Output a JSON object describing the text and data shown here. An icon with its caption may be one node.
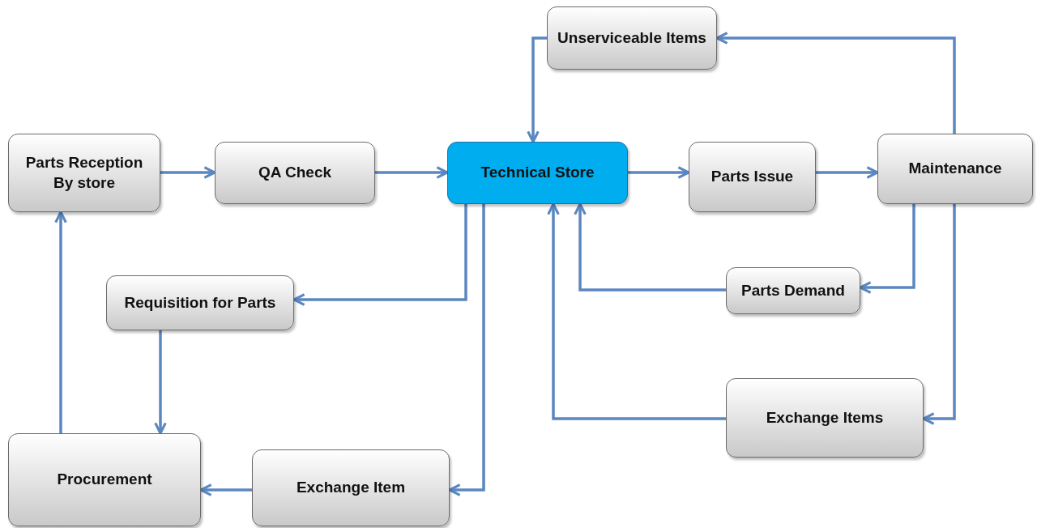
{
  "diagram": {
    "nodes": [
      {
        "text": [
          "Unserviceable Items"
        ]
      },
      {
        "text": [
          "Parts Reception By store"
        ]
      },
      {
        "text": [
          "QA Check"
        ]
      },
      {
        "text": [
          "Technical Store"
        ]
      },
      {
        "text": [
          "Parts Issue"
        ]
      },
      {
        "text": [
          "Maintenance"
        ]
      },
      {
        "text": [
          "Requisition for Parts"
        ]
      },
      {
        "text": [
          "Parts Demand"
        ]
      },
      {
        "text": [
          "Exchange Items"
        ]
      },
      {
        "text": [
          "Procurement"
        ]
      },
      {
        "text": [
          "Exchange Item"
        ]
      }
    ],
    "edges": [
      {
        "from": 1,
        "to": 2,
        "arrow": "to"
      },
      {
        "from": 2,
        "to": 3,
        "arrow": "to"
      },
      {
        "from": 3,
        "to": 4,
        "arrow": "to"
      },
      {
        "from": 4,
        "to": 5,
        "arrow": "to"
      },
      {
        "from": 5,
        "to": 0,
        "arrow": "to"
      },
      {
        "from": 0,
        "to": 3,
        "arrow": "to"
      },
      {
        "from": 5,
        "to": 7,
        "arrow": "to"
      },
      {
        "from": 7,
        "to": 3,
        "arrow": "to"
      },
      {
        "from": 5,
        "to": 8,
        "arrow": "to"
      },
      {
        "from": 8,
        "to": 3,
        "arrow": "to"
      },
      {
        "from": 3,
        "to": 6,
        "arrow": "to"
      },
      {
        "from": 3,
        "to": 10,
        "arrow": "to"
      },
      {
        "from": 6,
        "to": 9,
        "arrow": "to"
      },
      {
        "from": 10,
        "to": 9,
        "arrow": "to"
      },
      {
        "from": 9,
        "to": 1,
        "arrow": "to"
      }
    ]
  }
}
